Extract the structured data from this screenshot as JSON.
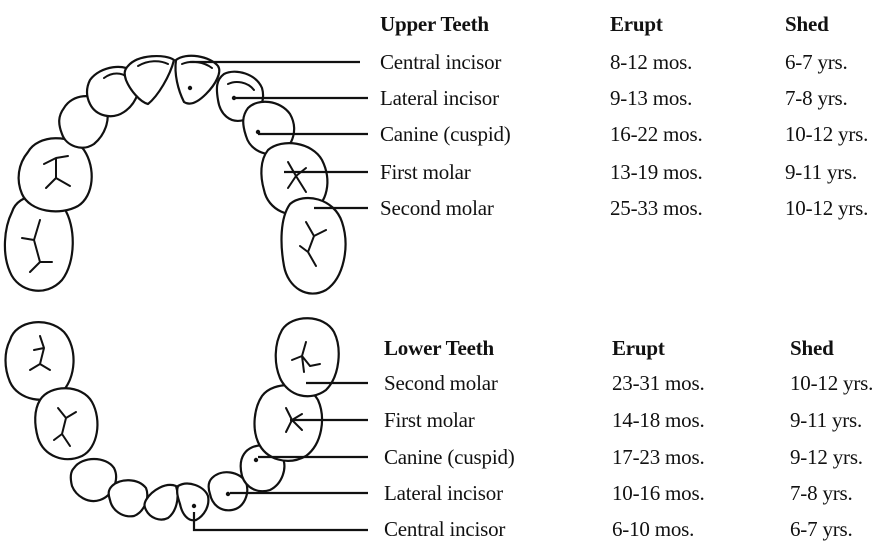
{
  "upper": {
    "headers": [
      "Upper Teeth",
      "Erupt",
      "Shed"
    ],
    "rows": [
      {
        "tooth": "Central incisor",
        "erupt": "8-12 mos.",
        "shed": "6-7 yrs."
      },
      {
        "tooth": "Lateral incisor",
        "erupt": "9-13 mos.",
        "shed": "7-8 yrs."
      },
      {
        "tooth": "Canine (cuspid)",
        "erupt": "16-22 mos.",
        "shed": "10-12 yrs."
      },
      {
        "tooth": "First molar",
        "erupt": "13-19 mos.",
        "shed": "9-11 yrs."
      },
      {
        "tooth": "Second molar",
        "erupt": "25-33 mos.",
        "shed": "10-12 yrs."
      }
    ]
  },
  "lower": {
    "headers": [
      "Lower Teeth",
      "Erupt",
      "Shed"
    ],
    "rows": [
      {
        "tooth": "Second molar",
        "erupt": "23-31 mos.",
        "shed": "10-12 yrs."
      },
      {
        "tooth": "First molar",
        "erupt": "14-18 mos.",
        "shed": "9-11 yrs."
      },
      {
        "tooth": "Canine (cuspid)",
        "erupt": "17-23 mos.",
        "shed": "9-12 yrs."
      },
      {
        "tooth": "Lateral incisor",
        "erupt": "10-16 mos.",
        "shed": "7-8 yrs."
      },
      {
        "tooth": "Central incisor",
        "erupt": "6-10 mos.",
        "shed": "6-7 yrs."
      }
    ]
  }
}
